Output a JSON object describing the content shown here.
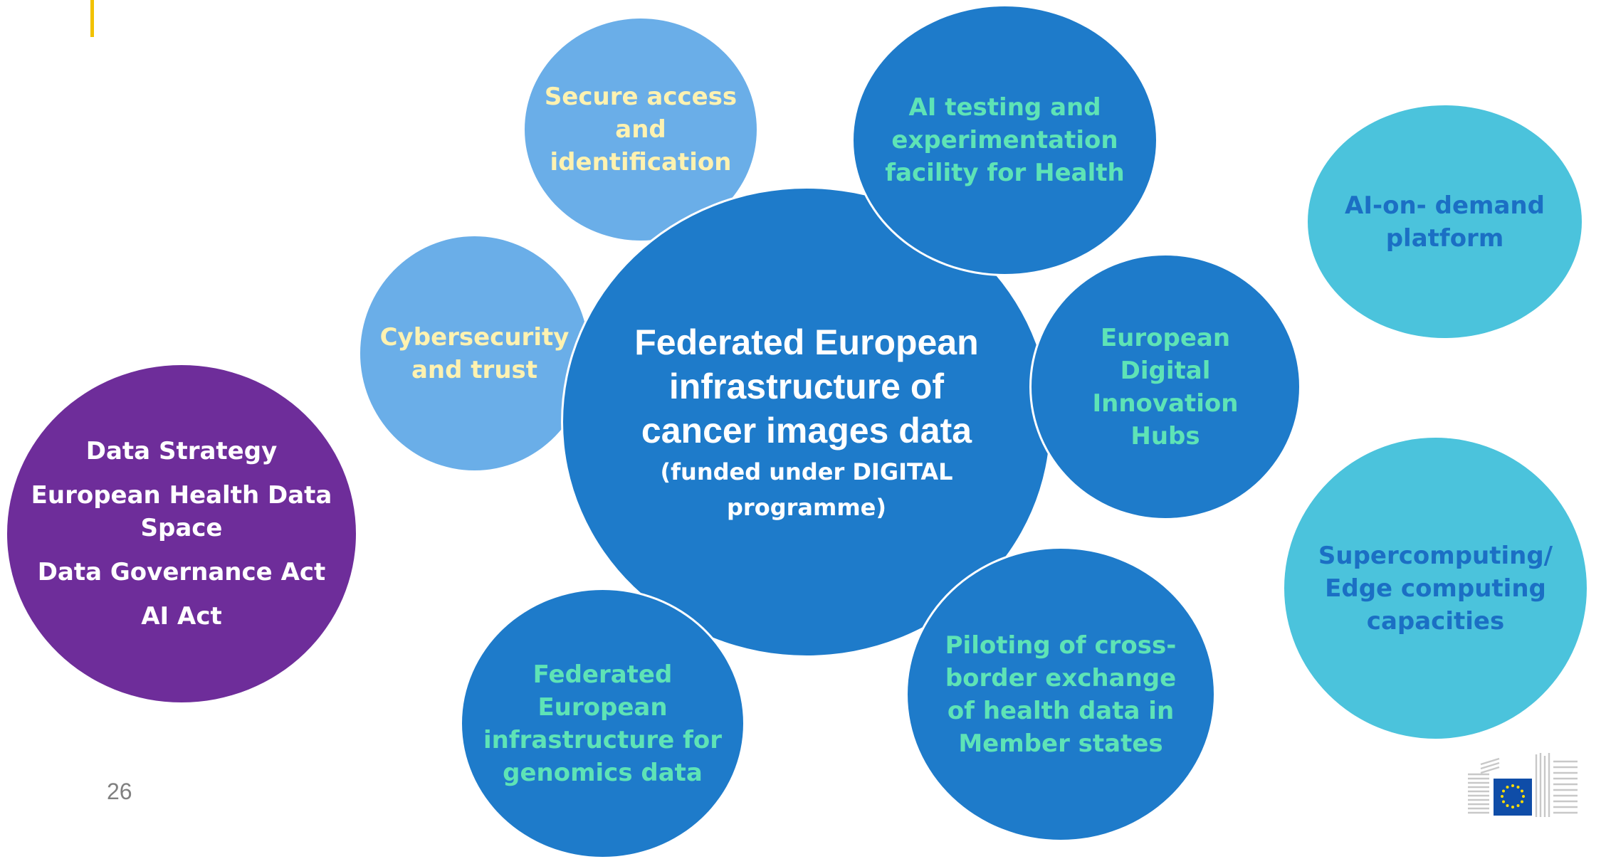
{
  "center": {
    "title_lines": [
      "Federated European",
      "infrastructure of",
      "cancer images data"
    ],
    "subtitle_lines": [
      "(funded under DIGITAL",
      "programme)"
    ]
  },
  "satellites": {
    "secure_access": [
      "Secure access",
      "and",
      "identification"
    ],
    "cybersecurity": [
      "Cybersecurity",
      "and trust"
    ],
    "ai_testing": [
      "AI testing and",
      "experimentation",
      "facility for Health"
    ],
    "edih": [
      "European",
      "Digital",
      "Innovation",
      "Hubs"
    ],
    "piloting": [
      "Piloting of cross-",
      "border exchange",
      "of health data in",
      "Member states"
    ],
    "genomics": [
      "Federated",
      "European",
      "infrastructure for",
      "genomics data"
    ]
  },
  "related": {
    "ai_on_demand": [
      "AI-on- demand",
      "platform"
    ],
    "supercomputing": [
      "Supercomputing/",
      "Edge computing",
      "capacities"
    ]
  },
  "policy": {
    "items": [
      "Data Strategy",
      "European Health Data Space",
      "Data Governance Act",
      "AI Act"
    ],
    "ehds_lines": [
      "European Health Data",
      "Space"
    ]
  },
  "page_number": "26",
  "colors": {
    "dark_blue": "#1e7bca",
    "light_blue": "#6aaee8",
    "cyan": "#4bc3dc",
    "purple": "#6e2d9a",
    "accent_yellow": "#f2c200",
    "mint_text": "#5ee3b6",
    "cream_text": "#fff2b0"
  },
  "logo": {
    "icon": "eu-flag-icon"
  }
}
